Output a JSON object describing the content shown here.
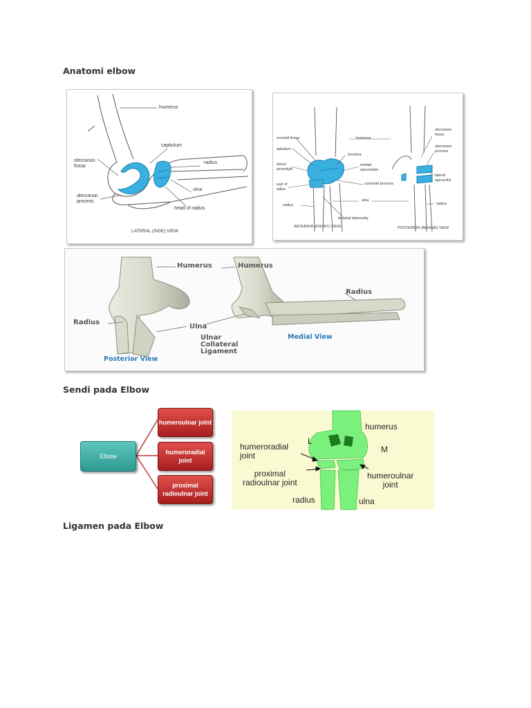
{
  "headings": {
    "anatomy": "Anatomi elbow",
    "joints": "Sendi pada Elbow",
    "ligaments": "Ligamen pada Elbow"
  },
  "figure_lateral": {
    "labels": {
      "humerus": "humerus",
      "capitulum": "capitulum",
      "olecranon_fossa": "olecranon\nfossa",
      "radius": "radius",
      "ulna": "ulna",
      "olecranon_process": "olecranon\nprocess",
      "head_of_radius": "head of radius"
    },
    "caption": "LATERAL (SIDE) VIEW"
  },
  "figure_front_back": {
    "labels": {
      "coronoid_fossa": "oronoid fossa",
      "humerus": "humerus",
      "capitulum": "apitulum",
      "trochlea": "trochlea",
      "lateral_epicondyle": "ateral\npicondyle",
      "medial_epicondyle": "medial\nepicondyle",
      "head_of_radius": "ead of\nadius",
      "coronoid_process": "coronoid process",
      "radius": "radius",
      "ulna": "ulna",
      "bicipital_tuberosity": "bicipital tuberosity",
      "olecranon_fossa": "olecranon\nfossa",
      "olecranon_process": "olecranon\nprocess",
      "lateral_epicondyl": "lateral\nepicondyl",
      "radius_back": "radius"
    },
    "captions": {
      "anterior": "ANTERIOR (FRONT) VIEW",
      "posterior": "POSTERIOR (BEHIND) VIEW"
    }
  },
  "figure_photo": {
    "labels": {
      "humerus_left": "Humerus",
      "humerus_right": "Humerus",
      "radius_left": "Radius",
      "ulna": "Ulna",
      "ulnar_collateral_ligament": "Ulnar\nCollateral\nLigament",
      "radius_right": "Radius"
    },
    "captions": {
      "posterior": "Posterior View",
      "medial": "Medial View"
    }
  },
  "joint_diagram": {
    "root": "Elbow",
    "leaves": [
      "humeroulnar joint",
      "humeroradial joint",
      "proximal radioulnar joint"
    ],
    "colors": {
      "root": "#3aaaa2",
      "leaf": "#c22e2e"
    }
  },
  "joint_figure": {
    "labels": {
      "humerus": "humerus",
      "L": "L",
      "M": "M",
      "humeroradial_joint": "humeroradial\njoint",
      "proximal_radioulnar_joint": "proximal\nradioulnar joint",
      "humeroulnar_joint": "humeroulnar\njoint",
      "radius": "radius",
      "ulna": "ulna"
    },
    "colors": {
      "background": "#fafad2",
      "bone": "#7cf07c",
      "dark": "#1e7a1e"
    }
  }
}
